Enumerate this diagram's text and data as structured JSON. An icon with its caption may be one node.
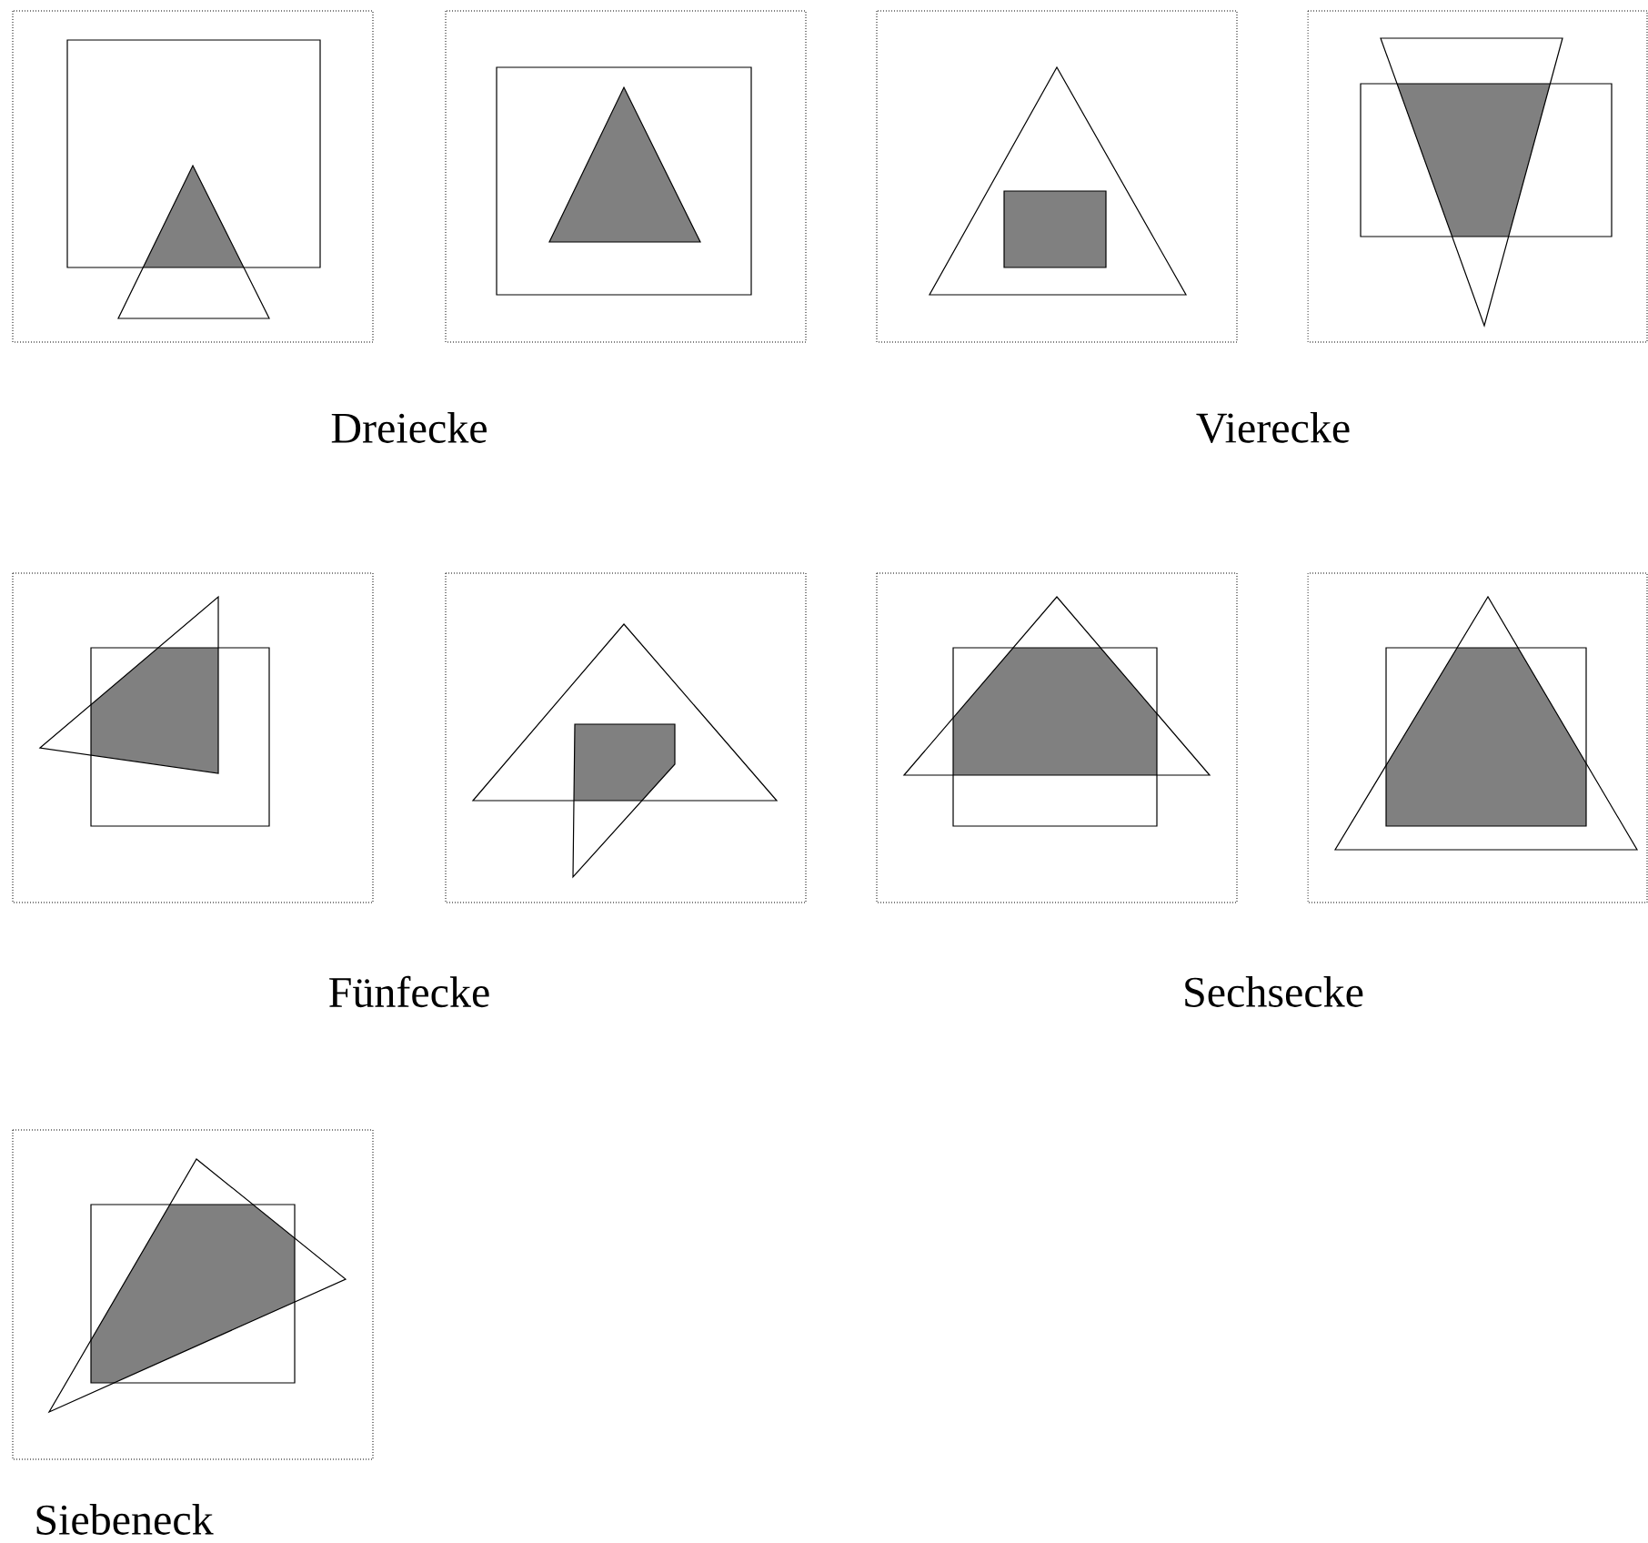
{
  "diagram": {
    "labels": [
      "Dreiecke",
      "Vierecke",
      "Fünfecke",
      "Sechsecke",
      "Siebeneck"
    ]
  }
}
